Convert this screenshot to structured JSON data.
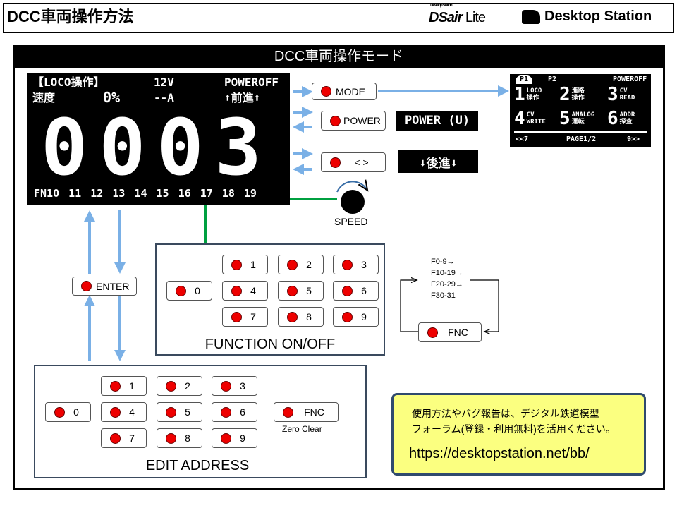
{
  "header": {
    "title": "DCC車両操作方法",
    "logo_dsair": "DSair",
    "logo_lite": "Lite",
    "logo_dsair_small": "Desktop Station",
    "logo_ds": "Desktop Station"
  },
  "frame_title": "DCC車両操作モード",
  "oled": {
    "mode": "【LOCO操作】",
    "voltage": "12V",
    "power": "POWEROFF",
    "speed_label": "速度",
    "speed": "0%",
    "current": "--A",
    "direction": "⬆前進⬆",
    "address": "0003",
    "functions": "FN10 11 12 13 14 15 16 17 18 19"
  },
  "buttons": {
    "mode": "MODE",
    "power": "POWER",
    "dir": "< >",
    "enter": "ENTER",
    "fnc": "FNC",
    "fnc2": "FNC"
  },
  "power_display": "POWER (U)",
  "dir_display": "⬇後進⬇",
  "menu": {
    "tab1": "P1",
    "tab2": "P2",
    "power": "POWEROFF",
    "items": [
      {
        "n": "1",
        "a": "LOCO",
        "b": "操作"
      },
      {
        "n": "2",
        "a": "進路",
        "b": "操作"
      },
      {
        "n": "3",
        "a": "CV",
        "b": "READ"
      },
      {
        "n": "4",
        "a": "CV",
        "b": "WRITE"
      },
      {
        "n": "5",
        "a": "ANALOG",
        "b": "運転"
      },
      {
        "n": "6",
        "a": "ADDR",
        "b": "探査"
      }
    ],
    "prev": "<<7",
    "page": "PAGE1/2",
    "next": "9>>"
  },
  "speed_label": "SPEED",
  "function_box": {
    "title": "FUNCTION ON/OFF",
    "keys": [
      "1",
      "2",
      "3",
      "4",
      "5",
      "6",
      "7",
      "8",
      "9"
    ],
    "zero": "0"
  },
  "address_box": {
    "title": "EDIT ADDRESS",
    "keys": [
      "1",
      "2",
      "3",
      "4",
      "5",
      "6",
      "7",
      "8",
      "9"
    ],
    "zero": "0",
    "zero_clear": "Zero Clear"
  },
  "fnc_cycle": [
    "F0-9→",
    "F10-19→",
    "F20-29→",
    "F30-31"
  ],
  "info": {
    "line1": "使用方法やバグ報告は、デジタル鉄道模型",
    "line2": "フォーラム(登録・利用無料)を活用ください。",
    "url": "https://desktopstation.net/bb/"
  },
  "colors": {
    "arrow": "#7ab0e6",
    "line": "#00a040",
    "button_dot": "#e00000",
    "info_bg": "#fbff80"
  }
}
